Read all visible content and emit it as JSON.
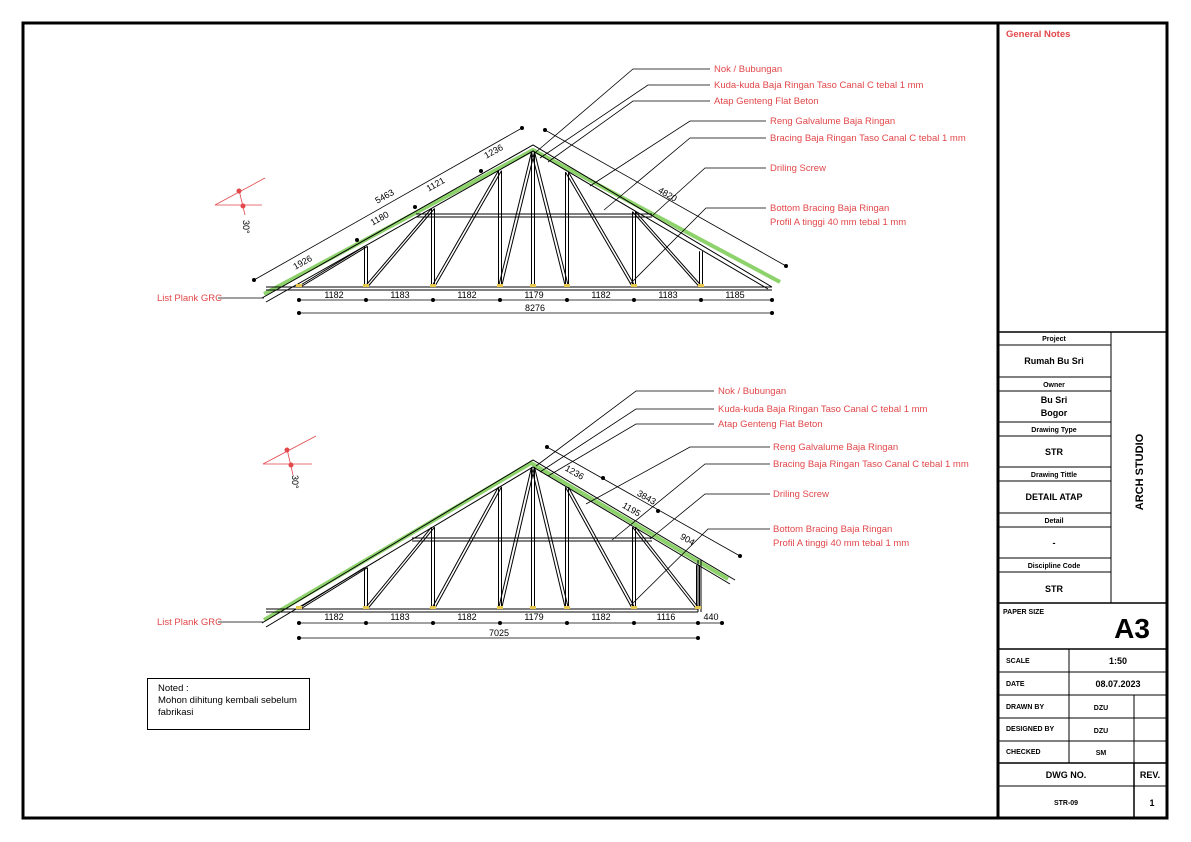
{
  "general_notes_label": "General Notes",
  "truss_labels": {
    "nok": "Nok / Bubungan",
    "kuda": "Kuda-kuda Baja Ringan Taso Canal C tebal 1 mm",
    "atap": "Atap Genteng Flat Beton",
    "reng": "Reng Galvalume Baja Ringan",
    "bracing": "Bracing Baja Ringan Taso Canal C tebal 1 mm",
    "driling": "Driling Screw",
    "bottom1": "Bottom Bracing Baja Ringan",
    "bottom2": "Profil A tinggi 40 mm tebal 1 mm",
    "list_plank": "List Plank GRC",
    "angle": "30°"
  },
  "truss1": {
    "bottom_dims": [
      "1182",
      "1183",
      "1182",
      "1179",
      "1182",
      "1183",
      "1185"
    ],
    "total": "8276",
    "left_slope_outer": [
      "1926",
      "5463",
      "1121",
      "1236"
    ],
    "left_slope_inner": "1180",
    "right_slope": "4820"
  },
  "truss2": {
    "bottom_dims": [
      "1182",
      "1183",
      "1182",
      "1179",
      "1182",
      "1116"
    ],
    "extra": "440",
    "total": "7025",
    "right_slope": [
      "1236",
      "3843",
      "1195",
      "904"
    ]
  },
  "note": {
    "title": "Noted :",
    "text": "Mohon dihitung kembali sebelum fabrikasi"
  },
  "title_block": {
    "project_label": "Project",
    "project": "Rumah Bu Sri",
    "owner_label": "Owner",
    "owner_line1": "Bu Sri",
    "owner_line2": "Bogor",
    "drawing_type_label": "Drawing Type",
    "drawing_type": "STR",
    "drawing_title_label": "Drawing Tittle",
    "drawing_title": "DETAIL ATAP",
    "detail_label": "Detail",
    "detail": "-",
    "discipline_label": "Discipline Code",
    "discipline": "STR",
    "studio": "ARCH STUDIO",
    "paper_size_label": "PAPER SIZE",
    "paper_size": "A3",
    "scale_label": "SCALE",
    "scale": "1:50",
    "date_label": "DATE",
    "date": "08.07.2023",
    "drawn_label": "DRAWN BY",
    "drawn": "DZU",
    "designed_label": "DESIGNED BY",
    "designed": "DZU",
    "checked_label": "CHECKED",
    "checked": "SM",
    "dwg_label": "DWG NO.",
    "rev_label": "REV.",
    "dwg": "STR-09",
    "rev": "1"
  }
}
